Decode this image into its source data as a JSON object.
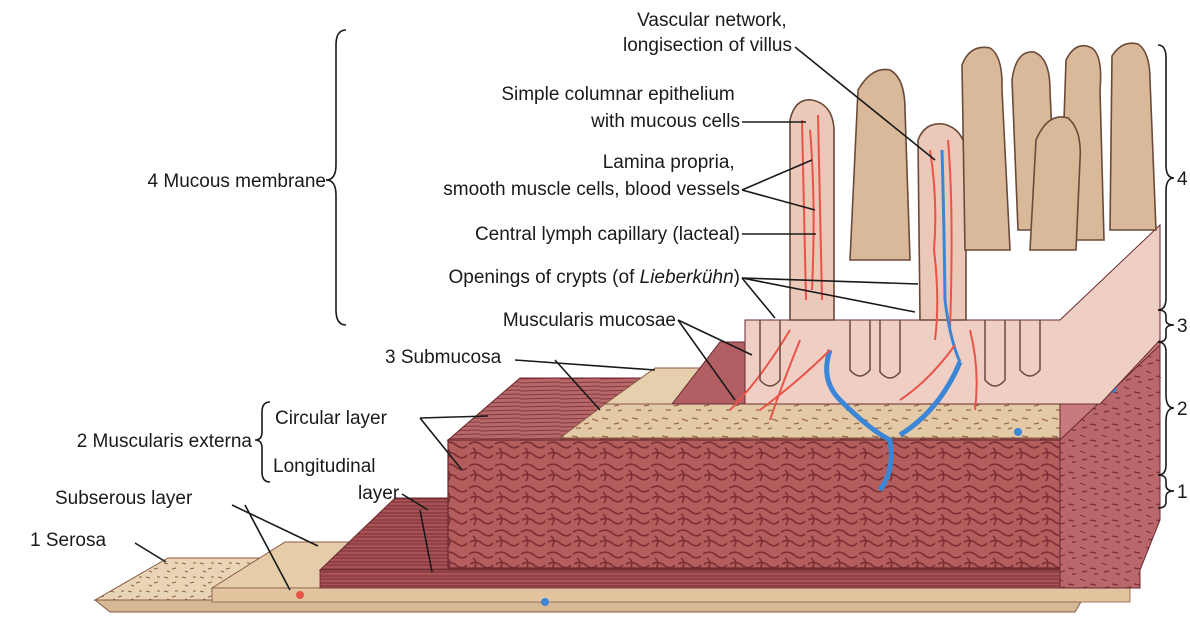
{
  "labels": {
    "vascular_network": [
      "Vascular network,",
      "longisection of villus"
    ],
    "simple_columnar": [
      "Simple columnar epithelium",
      "with mucous cells"
    ],
    "lamina_propria": [
      "Lamina propria,",
      "smooth muscle cells, blood vessels"
    ],
    "central_lymph": "Central lymph capillary (lacteal)",
    "openings_prefix": "Openings of crypts (of ",
    "openings_italic": "Lieberkühn",
    "openings_suffix": ")",
    "mucous_membrane": "4  Mucous membrane",
    "muscularis_mucosae": "Muscularis mucosae",
    "submucosa": "3  Submucosa",
    "muscularis_externa": "2  Muscularis externa",
    "circular_layer": "Circular layer",
    "longitudinal_layer": [
      "Longitudinal",
      "layer"
    ],
    "subserous_layer": "Subserous layer",
    "serosa": "1  Serosa"
  },
  "right_numbers": [
    "4",
    "3",
    "2",
    "1"
  ],
  "colors": {
    "villus_tan": "#d9b99a",
    "villus_outline": "#6b4a3a",
    "epithelium_pink": "#e6b8ae",
    "lamina_pink": "#f1d2c8",
    "muscle_red": "#b35d5d",
    "muscle_dark": "#7e2f35",
    "submucosa_tan": "#e2c7a4",
    "serosa_tan": "#e8d2b3",
    "artery_red": "#e8544a",
    "vein_blue": "#3b86d6"
  }
}
